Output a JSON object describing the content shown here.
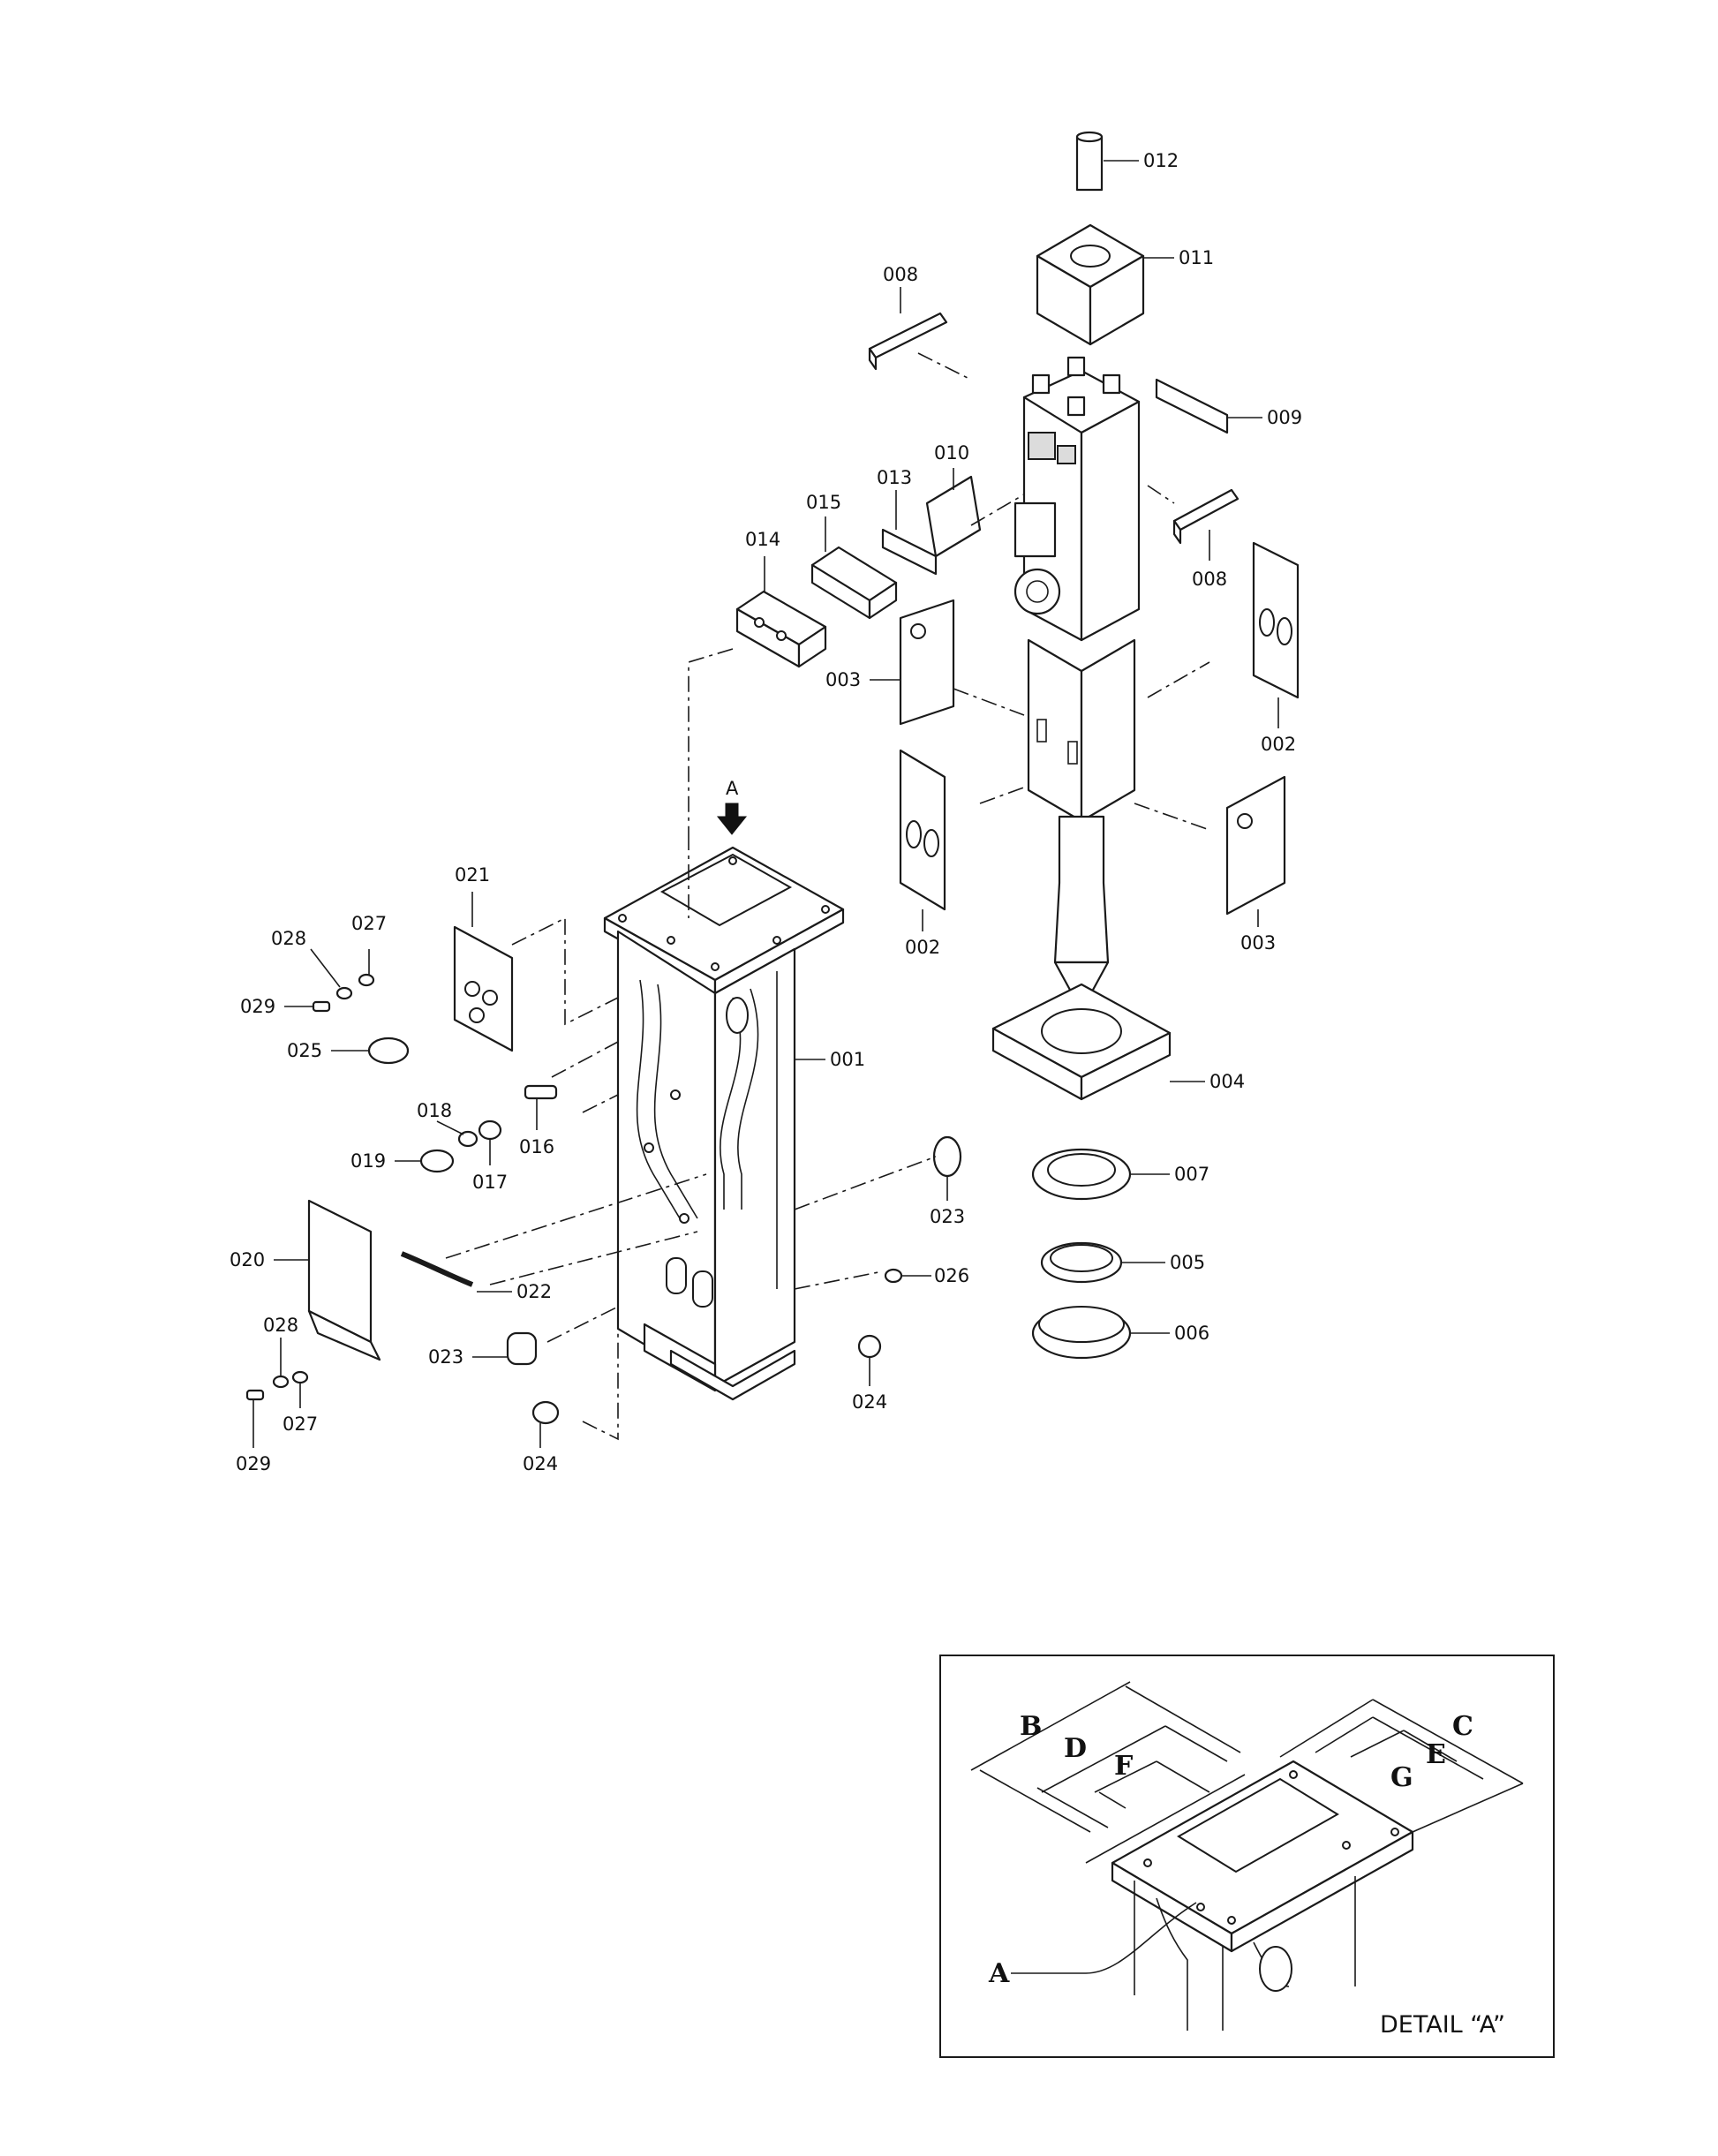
{
  "arrow_view_label": "A",
  "parts": [
    {
      "number": "001"
    },
    {
      "number": "002"
    },
    {
      "number": "002"
    },
    {
      "number": "003"
    },
    {
      "number": "003"
    },
    {
      "number": "004"
    },
    {
      "number": "005"
    },
    {
      "number": "006"
    },
    {
      "number": "007"
    },
    {
      "number": "008"
    },
    {
      "number": "008"
    },
    {
      "number": "009"
    },
    {
      "number": "010"
    },
    {
      "number": "011"
    },
    {
      "number": "012"
    },
    {
      "number": "013"
    },
    {
      "number": "014"
    },
    {
      "number": "015"
    },
    {
      "number": "016"
    },
    {
      "number": "017"
    },
    {
      "number": "018"
    },
    {
      "number": "019"
    },
    {
      "number": "020"
    },
    {
      "number": "021"
    },
    {
      "number": "022"
    },
    {
      "number": "023"
    },
    {
      "number": "023"
    },
    {
      "number": "024"
    },
    {
      "number": "024"
    },
    {
      "number": "025"
    },
    {
      "number": "026"
    },
    {
      "number": "027"
    },
    {
      "number": "027"
    },
    {
      "number": "028"
    },
    {
      "number": "028"
    },
    {
      "number": "029"
    },
    {
      "number": "029"
    }
  ],
  "detail": {
    "title": "DETAIL “A”",
    "dims": [
      "A",
      "B",
      "C",
      "D",
      "E",
      "F",
      "G"
    ]
  }
}
